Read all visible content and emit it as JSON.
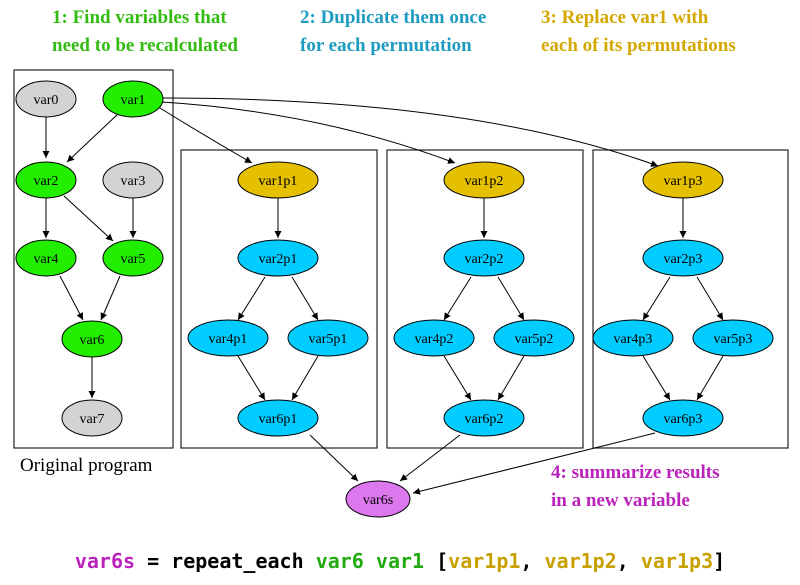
{
  "steps": [
    {
      "line1": "1: Find variables that",
      "line2": "need to be recalculated",
      "color": "#33bb11"
    },
    {
      "line1": "2: Duplicate them once",
      "line2": "for each permutation",
      "color": "#1e9bc0"
    },
    {
      "line1": "3: Replace var1 with",
      "line2": "each of its permutations",
      "color": "#d4a800"
    },
    {
      "line1": "4: summarize results",
      "line2": "in a new variable",
      "color": "#bb22bb"
    }
  ],
  "caption": "Original program",
  "colors": {
    "green": "#22ee00",
    "gray": "#d3d3d3",
    "gold": "#e5c000",
    "cyan": "#00ccff",
    "violet": "#dd77ee"
  },
  "nodes": {
    "var0": "var0",
    "var1": "var1",
    "var2": "var2",
    "var3": "var3",
    "var4": "var4",
    "var5": "var5",
    "var6": "var6",
    "var7": "var7",
    "var1p1": "var1p1",
    "var2p1": "var2p1",
    "var4p1": "var4p1",
    "var5p1": "var5p1",
    "var6p1": "var6p1",
    "var1p2": "var1p2",
    "var2p2": "var2p2",
    "var4p2": "var4p2",
    "var5p2": "var5p2",
    "var6p2": "var6p2",
    "var1p3": "var1p3",
    "var2p3": "var2p3",
    "var4p3": "var4p3",
    "var5p3": "var5p3",
    "var6p3": "var6p3",
    "var6s": "var6s"
  },
  "code": {
    "target": "var6s",
    "assign": " = repeat_each ",
    "var6": "var6",
    "sp": " ",
    "var1": "var1",
    "open": " [",
    "p1": "var1p1",
    "c1": ", ",
    "p2": "var1p2",
    "c2": ", ",
    "p3": "var1p3",
    "close": "]"
  }
}
